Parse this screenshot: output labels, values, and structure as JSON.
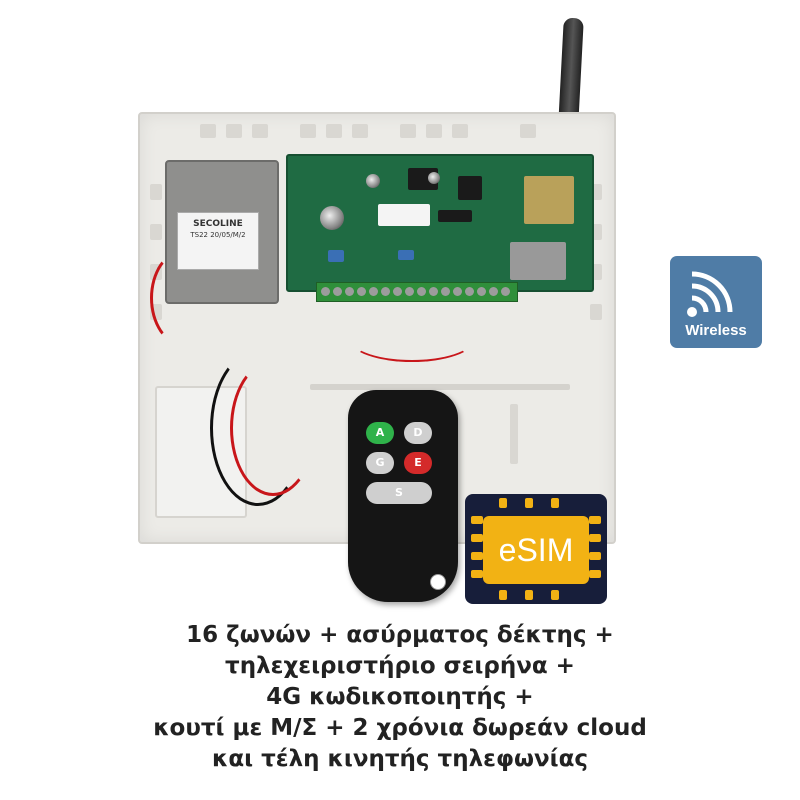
{
  "product": {
    "transformer_brand": "SECOLINE",
    "transformer_model": "TS22 20/05/M/2"
  },
  "remote": {
    "buttons": [
      {
        "label": "A",
        "color": "#2fb24a"
      },
      {
        "label": "D",
        "color": "#cfcfcf"
      },
      {
        "label": "G",
        "color": "#cfcfcf"
      },
      {
        "label": "E",
        "color": "#d42a2a"
      },
      {
        "label": "S",
        "color": "#cfcfcf"
      }
    ]
  },
  "badges": {
    "wireless": "Wireless",
    "esim": "eSIM"
  },
  "caption": {
    "lines": [
      "16 ζωνών + ασύρματος δέκτης +",
      "τηλεχειριστήριο σειρήνα +",
      "4G κωδικοποιητής +",
      "κουτί με Μ/Σ + 2 χρόνια δωρεάν cloud",
      "και τέλη κινητής τηλεφωνίας"
    ]
  },
  "colors": {
    "wireless_badge": "#4f7ca6",
    "esim_gold": "#f2b214",
    "esim_navy": "#171e3a",
    "pcb_green": "#1f6b43"
  }
}
